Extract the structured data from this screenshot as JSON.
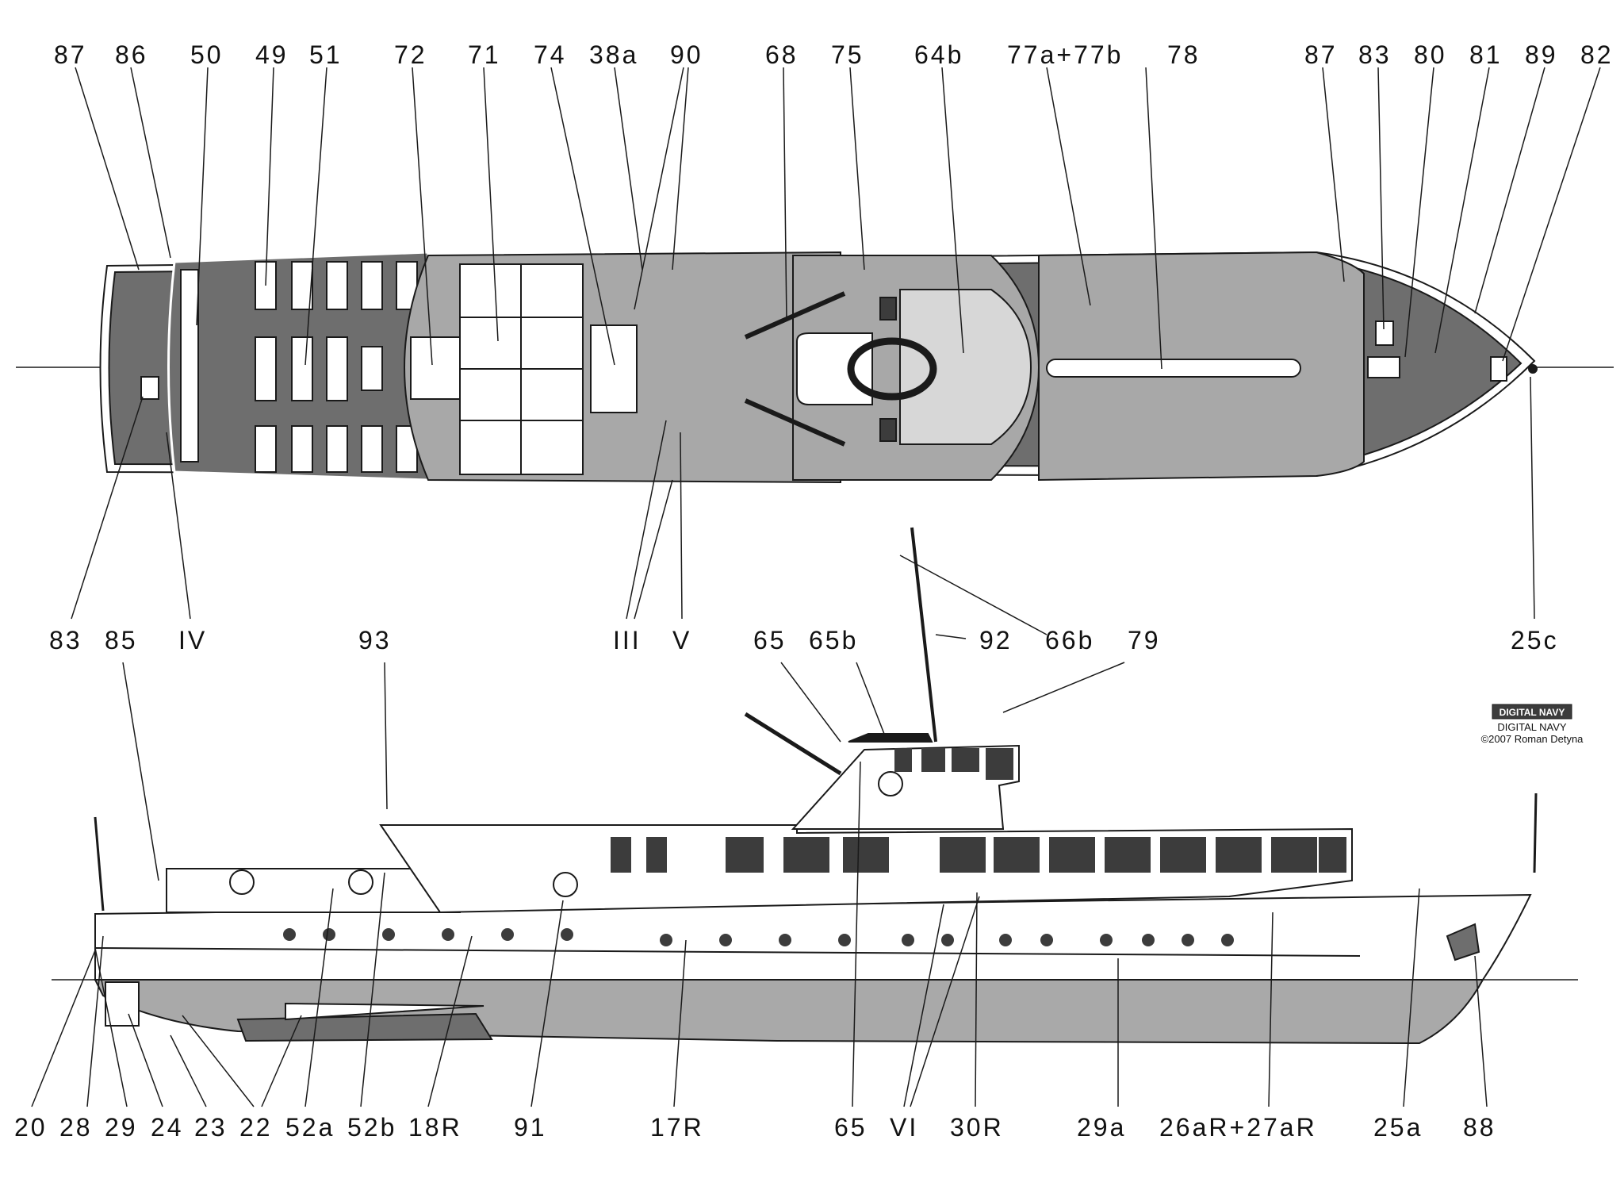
{
  "top_labels": [
    "87",
    "86",
    "50",
    "49",
    "51",
    "72",
    "71",
    "74",
    "38a",
    "90",
    "68",
    "75",
    "64b",
    "77a+77b",
    "78",
    "87",
    "83",
    "80",
    "81",
    "89",
    "82"
  ],
  "mid_left_labels": [
    "83",
    "85",
    "IV"
  ],
  "mid_center_labels": [
    "93",
    "III",
    "V"
  ],
  "mid_right_labels": [
    "65",
    "65b",
    "92",
    "66b",
    "79",
    "25c"
  ],
  "bottom_labels": [
    "20",
    "28",
    "29",
    "24",
    "23",
    "22",
    "52a",
    "52b",
    "18R",
    "91",
    "17R",
    "65",
    "VI",
    "30R",
    "29a",
    "26aR+27aR",
    "25a",
    "88"
  ],
  "watermark": {
    "logo_text": "DIGITAL NAVY",
    "line1": "DIGITAL NAVY",
    "line2": "©2007 Roman Detyna"
  },
  "colors": {
    "deck_dark": "#6e6e6e",
    "deck_mid": "#a8a8a8",
    "deck_light": "#d7d7d7",
    "hull_under": "#a9a9a9",
    "window": "#3c3c3c",
    "line": "#1a1a1a"
  }
}
